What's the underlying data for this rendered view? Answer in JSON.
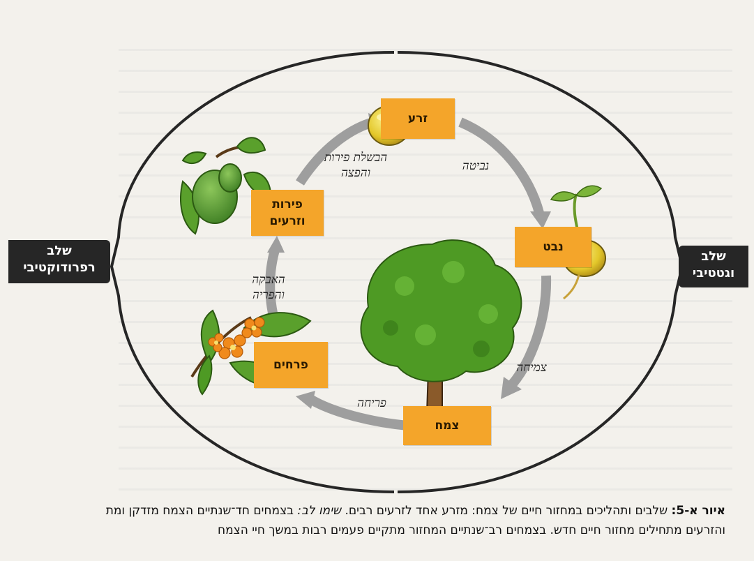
{
  "diagram": {
    "stages": {
      "reproductive": "שלב\nרפרודוקטיבי",
      "vegetative": "שלב\nוגטטיבי"
    },
    "nodes": {
      "seed": "זרע",
      "seedling": "נבט",
      "plant": "צמח",
      "flowers": "פרחים",
      "fruits_seeds": "פירות\nוזרעים"
    },
    "processes": {
      "germination": "נביטה",
      "growth": "צמיחה",
      "flowering": "פריחה",
      "pollination": "האבקה\nוהפריה",
      "ripening": "הבשלת פירות\nוהפצה"
    },
    "caption": {
      "label": "איור א-5:",
      "text1": " שלבים ותהליכים במחזור חיים של צמח: מזרע אחד לזרעים רבים. ",
      "note": "שימו לב:",
      "text2": " בצמחים חד־שנתיים הצמח מזדקן ומת",
      "line2": "והזרעים מתחילים מחזור חיים חדש. בצמחים רב־שנתיים המחזור מתקיים פעמים רבות במשך חיי הצמח"
    },
    "colors": {
      "box": "#f4a52a",
      "arrow": "#9e9e9e",
      "stage_label": "#262626",
      "leaf": "#5aa02c",
      "flower": "#f08a1c"
    }
  }
}
